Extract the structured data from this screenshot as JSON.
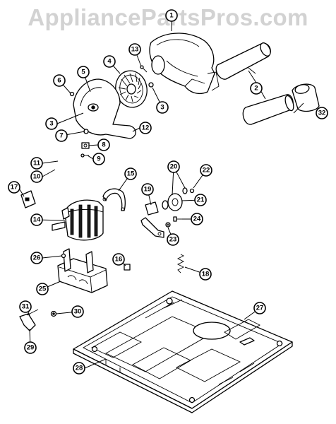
{
  "watermark": "AppliancePartsPros.com",
  "callouts": [
    "1",
    "2",
    "3",
    "3",
    "4",
    "5",
    "6",
    "7",
    "8",
    "9",
    "10",
    "11",
    "12",
    "13",
    "14",
    "15",
    "16",
    "17",
    "18",
    "19",
    "20",
    "21",
    "22",
    "23",
    "24",
    "25",
    "26",
    "27",
    "28",
    "29",
    "30",
    "31",
    "32"
  ]
}
